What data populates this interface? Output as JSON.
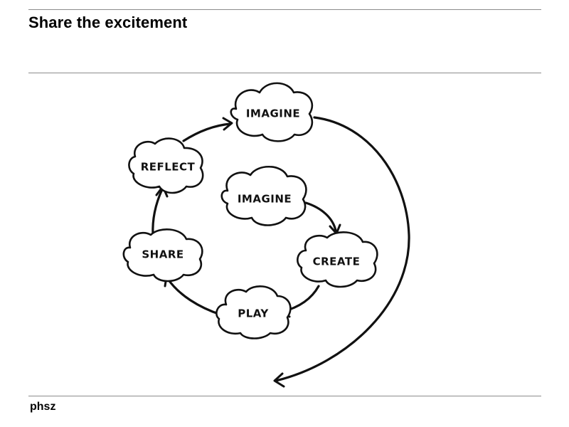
{
  "slide": {
    "title": "Share the excitement",
    "footer_logo": "phsz"
  },
  "diagram": {
    "nodes": [
      {
        "id": "imagine-outer",
        "label": "IMAGINE"
      },
      {
        "id": "reflect",
        "label": "REFLECT"
      },
      {
        "id": "imagine-inner",
        "label": "IMAGINE"
      },
      {
        "id": "share",
        "label": "SHARE"
      },
      {
        "id": "create",
        "label": "CREATE"
      },
      {
        "id": "play",
        "label": "PLAY"
      }
    ],
    "edges": [
      {
        "from": "imagine-inner",
        "to": "create"
      },
      {
        "from": "create",
        "to": "play"
      },
      {
        "from": "play",
        "to": "share"
      },
      {
        "from": "share",
        "to": "reflect"
      },
      {
        "from": "reflect",
        "to": "imagine-outer"
      },
      {
        "from": "imagine-outer",
        "to": "open-end"
      }
    ],
    "colors": {
      "ink": "#111111",
      "background": "#ffffff",
      "rule": "#8c8c8c"
    }
  }
}
